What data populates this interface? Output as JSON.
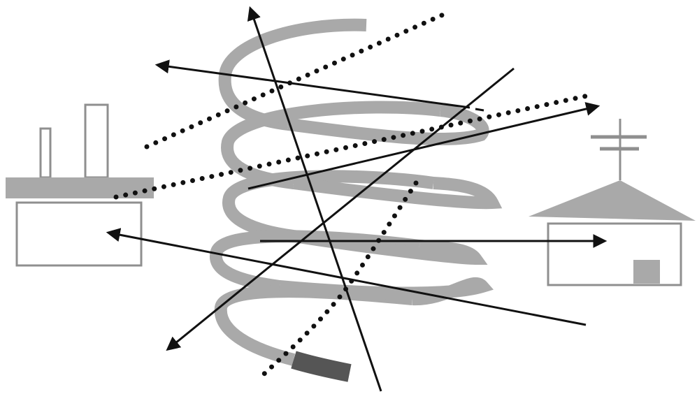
{
  "colors": {
    "background": "#ffffff",
    "ink": "#111111",
    "halftone_gray": "#a9a9a9",
    "outline": "#8f8f8f"
  },
  "figure": {
    "elements": [
      "factory",
      "coil-helix",
      "solid-arrows",
      "dotted-paths",
      "house-with-antenna"
    ]
  }
}
